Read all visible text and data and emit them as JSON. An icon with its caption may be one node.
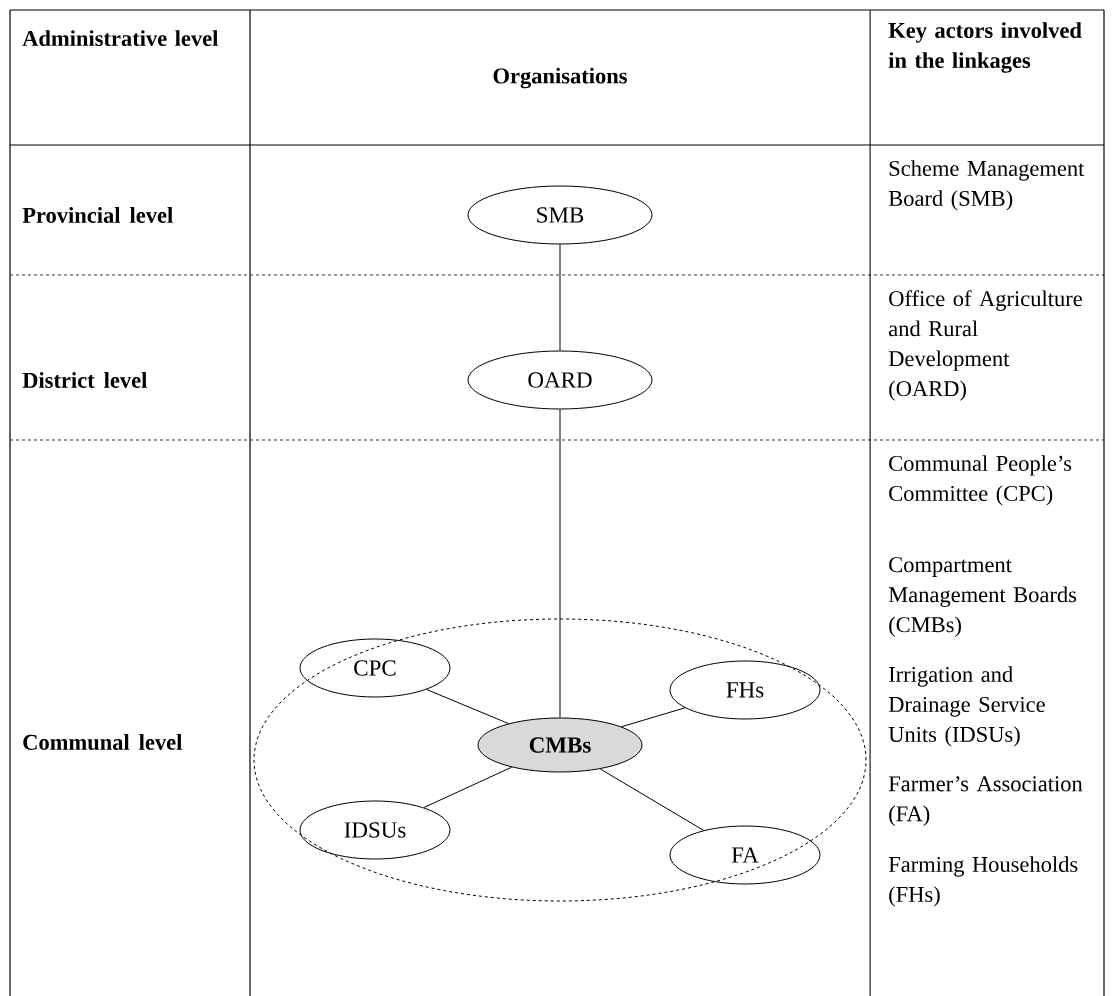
{
  "diagram": {
    "nodes": [
      {
        "text": [
          "SMB"
        ]
      },
      {
        "text": [
          "OARD"
        ]
      },
      {
        "text": [],
        "shape": "circle"
      },
      {
        "text": [
          "CPC"
        ],
        "in": 2
      },
      {
        "text": [
          "FHs"
        ],
        "in": 2
      },
      {
        "text": [
          "CMBs"
        ],
        "in": 2
      },
      {
        "text": [
          "IDSUs"
        ],
        "in": 2
      },
      {
        "text": [
          "FA"
        ],
        "in": 2
      }
    ],
    "edges": [
      {
        "from": 0,
        "to": 1,
        "arrow": "none"
      },
      {
        "from": 1,
        "to": 5,
        "arrow": "none"
      },
      {
        "from": 3,
        "to": 5,
        "arrow": "none"
      },
      {
        "from": 4,
        "to": 5,
        "arrow": "none"
      },
      {
        "from": 6,
        "to": 5,
        "arrow": "none"
      },
      {
        "from": 7,
        "to": 5,
        "arrow": "none"
      }
    ],
    "labels": [
      "Administrative level",
      "Organisations",
      "Key actors involved in the linkages",
      "Provincial level",
      "Scheme Management Board (SMB)",
      "District level",
      "Office of Agriculture and Rural Development (OARD)",
      "Communal level",
      "Communal People’s Committee (CPC)",
      "Compartment Management Boards (CMBs)",
      "Irrigation and Drainage Service Units (IDSUs)",
      "Farmer’s Association (FA)",
      "Farming Households (FHs)"
    ]
  }
}
